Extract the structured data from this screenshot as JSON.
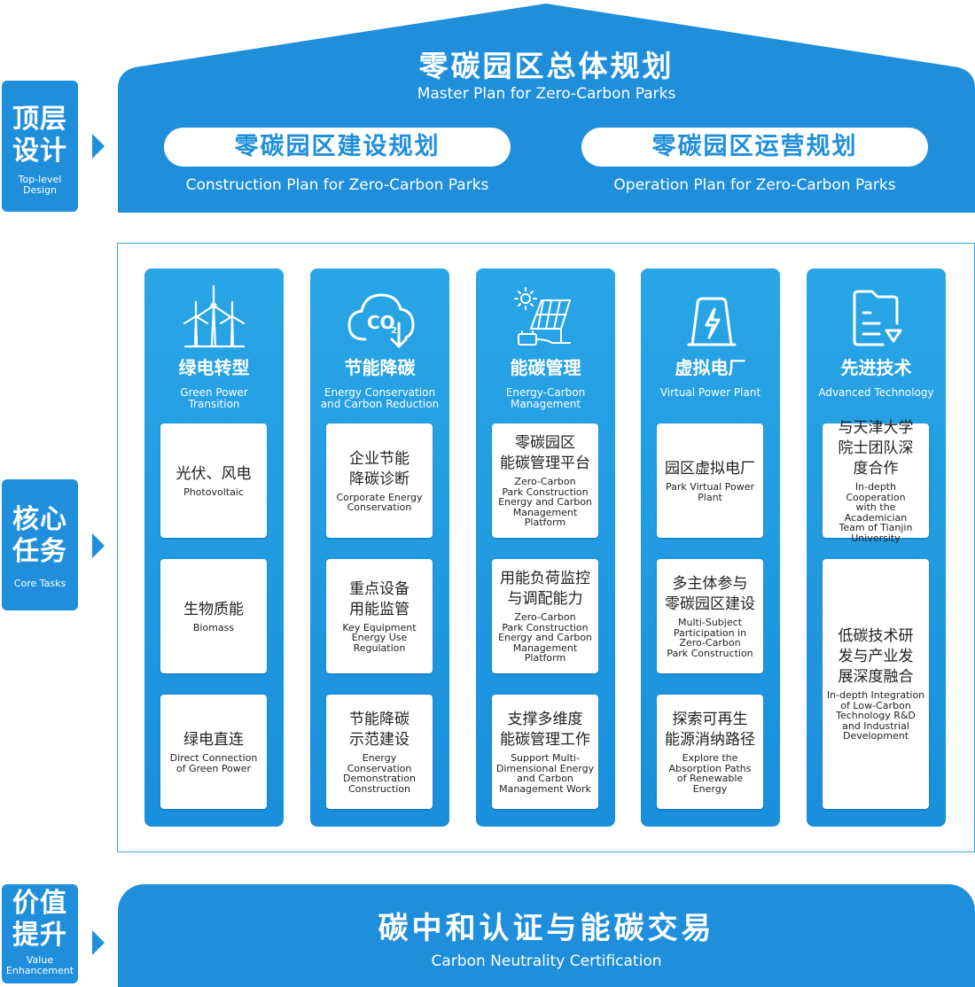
{
  "side_labels": {
    "top": {
      "cn_line1": "顶层",
      "cn_line2": "设计",
      "en_line1": "Top-level",
      "en_line2": "Design"
    },
    "core": {
      "cn_line1": "核心",
      "cn_line2": "任务",
      "en_line1": "Core Tasks"
    },
    "value": {
      "cn_line1": "价值",
      "cn_line2": "提升",
      "en_line1": "Value",
      "en_line2": "Enhancement"
    }
  },
  "top_design": {
    "title_cn": "零碳园区总体规划",
    "title_en": "Master Plan for Zero-Carbon Parks",
    "construction": {
      "cn": "零碳园区建设规划",
      "en": "Construction Plan for Zero-Carbon Parks"
    },
    "operation": {
      "cn": "零碳园区运营规划",
      "en": "Operation Plan for Zero-Carbon Parks"
    }
  },
  "columns": [
    {
      "icon": "wind-turbine-icon",
      "title_cn": "绿电转型",
      "title_en_1": "Green Power",
      "title_en_2": "Transition",
      "cards": [
        {
          "cn": [
            "光伏、风电"
          ],
          "en": [
            "Photovoltaic"
          ]
        },
        {
          "cn": [
            "生物质能"
          ],
          "en": [
            "Biomass"
          ]
        },
        {
          "cn": [
            "绿电直连"
          ],
          "en": [
            "Direct Connection",
            "of Green Power"
          ]
        }
      ]
    },
    {
      "icon": "co2-cloud-icon",
      "title_cn": "节能降碳",
      "title_en_1": "Energy Conservation",
      "title_en_2": "and Carbon Reduction",
      "cards": [
        {
          "cn": [
            "企业节能",
            "降碳诊断"
          ],
          "en": [
            "Corporate Energy",
            "Conservation"
          ]
        },
        {
          "cn": [
            "重点设备",
            "用能监管"
          ],
          "en": [
            "Key Equipment",
            "Energy Use",
            "Regulation"
          ]
        },
        {
          "cn": [
            "节能降碳",
            "示范建设"
          ],
          "en": [
            "Energy",
            "Conservation",
            "Demonstration",
            "Construction"
          ]
        }
      ]
    },
    {
      "icon": "solar-panel-icon",
      "title_cn": "能碳管理",
      "title_en_1": "Energy-Carbon",
      "title_en_2": "Management",
      "cards": [
        {
          "cn": [
            "零碳园区",
            "能碳管理平台"
          ],
          "en": [
            "Zero-Carbon",
            "Park Construction",
            "Energy and Carbon",
            "Management",
            "Platform"
          ]
        },
        {
          "cn": [
            "用能负荷监控",
            "与调配能力"
          ],
          "en": [
            "Zero-Carbon",
            "Park Construction",
            "Energy and Carbon",
            "Management",
            "Platform"
          ]
        },
        {
          "cn": [
            "支撑多维度",
            "能碳管理工作"
          ],
          "en": [
            "Support Multi-",
            "Dimensional Energy",
            "and Carbon",
            "Management Work"
          ]
        }
      ]
    },
    {
      "icon": "power-plant-icon",
      "title_cn": "虚拟电厂",
      "title_en_1": "Virtual Power Plant",
      "title_en_2": "",
      "cards": [
        {
          "cn": [
            "园区虚拟电厂"
          ],
          "en": [
            "Park Virtual Power",
            "Plant"
          ]
        },
        {
          "cn": [
            "多主体参与",
            "零碳园区建设"
          ],
          "en": [
            "Multi-Subject",
            "Participation in",
            "Zero-Carbon",
            "Park Construction"
          ]
        },
        {
          "cn": [
            "探索可再生",
            "能源消纳路径"
          ],
          "en": [
            "Explore the",
            "Absorption Paths",
            "of Renewable Energy"
          ]
        }
      ]
    },
    {
      "icon": "document-folder-icon",
      "title_cn": "先进技术",
      "title_en_1": "Advanced Technology",
      "title_en_2": "",
      "cards": [
        {
          "cn": [
            "与天津大学",
            "院士团队深",
            "度合作"
          ],
          "en": [
            "In-depth Cooperation",
            "with the Academician",
            "Team of Tianjin",
            "University"
          ]
        },
        {
          "cn": [
            "低碳技术研",
            "发与产业发",
            "展深度融合"
          ],
          "en": [
            "In-depth Integration",
            "of Low-Carbon",
            "Technology R&D",
            "and Industrial",
            "Development"
          ]
        }
      ]
    }
  ],
  "value": {
    "title_cn": "碳中和认证与能碳交易",
    "title_en": "Carbon Neutrality Certification"
  },
  "colors": {
    "primary": "#1f8fdc",
    "light": "#29a6e6",
    "white": "#ffffff"
  }
}
